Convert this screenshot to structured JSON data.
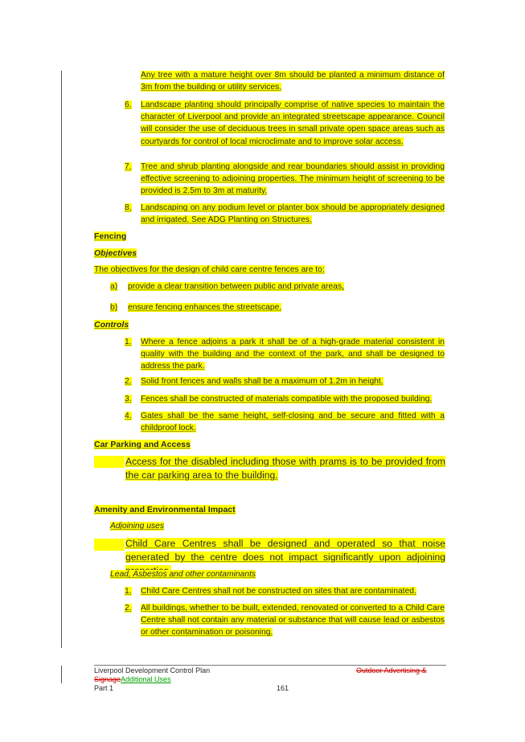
{
  "items_top": {
    "tree_text": "Any tree with a mature height over 8m should be planted a minimum distance of 3m from the building or utility services.",
    "item6_num": "6.",
    "item6_text": "Landscape planting should principally comprise of native species to maintain the character of Liverpool and provide an integrated streetscape appearance. Council will consider the use of deciduous trees in small private open space areas such as courtyards for control of local microclimate and to improve solar access.",
    "item7_num": "7.",
    "item7_text": "Tree and shrub planting alongside and rear boundaries should assist in providing effective screening to adjoining properties.  The minimum height of screening to be provided is 2.5m to 3m at maturity.",
    "item8_num": "8.",
    "item8_text": "Landscaping on any podium level or planter box should be appropriately designed and irrigated. See ADG Planting on Structures."
  },
  "fencing": {
    "heading": "Fencing",
    "objectives_heading": "Objectives",
    "intro": "The objectives for the design of child care centre fences are to:",
    "obj_a_label": "a)",
    "obj_a_text": "provide a clear transition between public and private areas,",
    "obj_b_label": "b)",
    "obj_b_text": "ensure fencing enhances the streetscape.",
    "controls_heading": "Controls",
    "c1_num": "1.",
    "c1_text": "Where a fence adjoins a park it shall be of a high-grade material consistent in quality with the building and the context of the park, and shall be designed to address the park.",
    "c2_num": "2.",
    "c2_text": "Solid front fences and walls shall be a maximum of 1.2m in height.",
    "c3_num": "3.",
    "c3_text": "Fences shall be constructed of materials compatible with the proposed building.",
    "c4_num": "4.",
    "c4_text": "Gates shall be the same height, self-closing and be secure and fitted with a childproof lock."
  },
  "parking": {
    "heading": "Car Parking and Access",
    "text": "Access for the disabled including those with prams is to be provided from the car parking area to the building."
  },
  "amenity": {
    "heading": "Amenity and Environmental Impact",
    "adjoining_heading": "Adjoining uses",
    "adjoining_text": "Child Care Centres shall be designed and operated so that noise generated by the centre does not impact significantly upon adjoining properties.",
    "lead_heading": "Lead, Asbestos and other contaminants",
    "l1_num": "1.",
    "l1_text": "Child Care Centres shall not be constructed on sites that are contaminated.",
    "l2_num": "2.",
    "l2_text": "All buildings, whether to be built, extended, renovated or converted to a Child Care Centre shall not contain any material or substance that will cause lead or asbestos or other contamination or poisoning."
  },
  "footer": {
    "doc_title": "Liverpool Development Control Plan",
    "section_deleted_a": "Outdoor Advertising &",
    "section_deleted_b": "Signage",
    "section_inserted": "Additional Uses",
    "part": "Part 1",
    "page_number": "161"
  }
}
